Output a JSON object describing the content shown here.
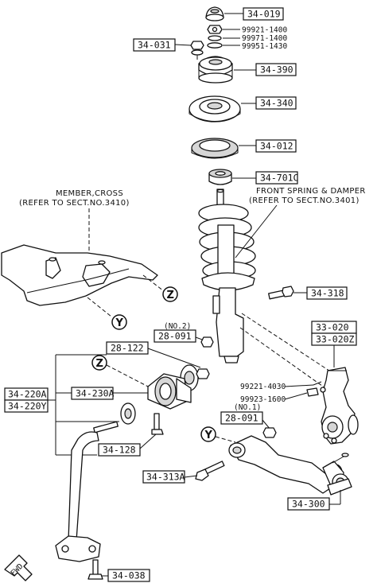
{
  "labels": {
    "p34_019": "34-019",
    "p99921_1400": "99921-1400",
    "p99971_1400": "99971-1400",
    "p99951_1430": "99951-1430",
    "p34_031": "34-031",
    "p34_390": "34-390",
    "p34_340": "34-340",
    "p34_012": "34-012",
    "p34_701c": "34-701C",
    "front_spring_1": "FRONT SPRING & DAMPER",
    "front_spring_2": "(REFER TO SECT.NO.3401)",
    "member_cross_1": "MEMBER,CROSS",
    "member_cross_2": "(REFER TO SECT.NO.3410)",
    "p34_318": "34-318",
    "no2": "(NO.2)",
    "p28_091_no2": "28-091",
    "p33_020": "33-020",
    "p33_020z": "33-020Z",
    "p28_122": "28-122",
    "p99221_4030": "99221-4030",
    "p99923_1600": "99923-1600",
    "p34_220a": "34-220A",
    "p34_220y": "34-220Y",
    "p34_230a": "34-230A",
    "no1": "(NO.1)",
    "p28_091_no1": "28-091",
    "p34_128": "34-128",
    "p34_313a": "34-313A",
    "p34_300": "34-300",
    "p34_038": "34-038",
    "fwd": "FWD"
  },
  "markers": {
    "z": "Z",
    "y": "Y"
  }
}
